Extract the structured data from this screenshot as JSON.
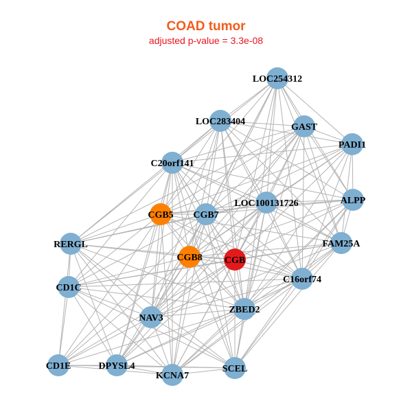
{
  "header": {
    "title": "COAD tumor",
    "subtitle": "adjusted p-value = 3.3e-08"
  },
  "colors": {
    "title": "#f25c1c",
    "subtitle": "#e8141c",
    "default_node": "#7fafd1",
    "seed_node": "#e31a1c",
    "highlight_node": "#ff7f00",
    "edge": "#b3b3b3"
  },
  "network": {
    "nodes": [
      {
        "id": "LOC254312",
        "type": "default"
      },
      {
        "id": "LOC283404",
        "type": "default"
      },
      {
        "id": "GAST",
        "type": "default"
      },
      {
        "id": "PADI1",
        "type": "default"
      },
      {
        "id": "C20orf141",
        "type": "default"
      },
      {
        "id": "ALPP",
        "type": "default"
      },
      {
        "id": "LOC100131726",
        "type": "default"
      },
      {
        "id": "CGB5",
        "type": "highlight"
      },
      {
        "id": "CGB7",
        "type": "default"
      },
      {
        "id": "RERGL",
        "type": "default"
      },
      {
        "id": "FAM25A",
        "type": "default"
      },
      {
        "id": "CGB8",
        "type": "highlight"
      },
      {
        "id": "CGB",
        "type": "seed"
      },
      {
        "id": "C16orf74",
        "type": "default"
      },
      {
        "id": "CD1C",
        "type": "default"
      },
      {
        "id": "NAV3",
        "type": "default"
      },
      {
        "id": "ZBED2",
        "type": "default"
      },
      {
        "id": "CD1E",
        "type": "default"
      },
      {
        "id": "DPYSL4",
        "type": "default"
      },
      {
        "id": "KCNA7",
        "type": "default"
      },
      {
        "id": "SCEL",
        "type": "default"
      }
    ],
    "edges": [
      [
        "LOC254312",
        "LOC283404"
      ],
      [
        "LOC254312",
        "GAST"
      ],
      [
        "LOC254312",
        "PADI1"
      ],
      [
        "LOC254312",
        "C20orf141"
      ],
      [
        "LOC254312",
        "LOC100131726"
      ],
      [
        "LOC254312",
        "CGB7"
      ],
      [
        "LOC254312",
        "CGB8"
      ],
      [
        "LOC254312",
        "CGB"
      ],
      [
        "LOC254312",
        "C16orf74"
      ],
      [
        "LOC254312",
        "ZBED2"
      ],
      [
        "LOC254312",
        "FAM25A"
      ],
      [
        "LOC254312",
        "ALPP"
      ],
      [
        "LOC254312",
        "CGB5"
      ],
      [
        "LOC254312",
        "NAV3"
      ],
      [
        "LOC283404",
        "GAST"
      ],
      [
        "LOC283404",
        "C20orf141"
      ],
      [
        "LOC283404",
        "CGB7"
      ],
      [
        "LOC283404",
        "CGB5"
      ],
      [
        "LOC283404",
        "CGB8"
      ],
      [
        "LOC283404",
        "CGB"
      ],
      [
        "LOC283404",
        "LOC100131726"
      ],
      [
        "LOC283404",
        "C16orf74"
      ],
      [
        "LOC283404",
        "ALPP"
      ],
      [
        "LOC283404",
        "ZBED2"
      ],
      [
        "LOC283404",
        "FAM25A"
      ],
      [
        "LOC283404",
        "RERGL"
      ],
      [
        "LOC283404",
        "PADI1"
      ],
      [
        "LOC283404",
        "NAV3"
      ],
      [
        "GAST",
        "C20orf141"
      ],
      [
        "GAST",
        "CGB5"
      ],
      [
        "GAST",
        "CGB7"
      ],
      [
        "GAST",
        "CGB8"
      ],
      [
        "GAST",
        "CGB"
      ],
      [
        "GAST",
        "ALPP"
      ],
      [
        "GAST",
        "FAM25A"
      ],
      [
        "GAST",
        "C16orf74"
      ],
      [
        "GAST",
        "LOC100131726"
      ],
      [
        "GAST",
        "PADI1"
      ],
      [
        "GAST",
        "ZBED2"
      ],
      [
        "GAST",
        "NAV3"
      ],
      [
        "GAST",
        "RERGL"
      ],
      [
        "PADI1",
        "C20orf141"
      ],
      [
        "PADI1",
        "ALPP"
      ],
      [
        "PADI1",
        "FAM25A"
      ],
      [
        "PADI1",
        "C16orf74"
      ],
      [
        "PADI1",
        "CGB"
      ],
      [
        "PADI1",
        "CGB7"
      ],
      [
        "PADI1",
        "CGB5"
      ],
      [
        "PADI1",
        "ZBED2"
      ],
      [
        "PADI1",
        "CGB8"
      ],
      [
        "PADI1",
        "LOC100131726"
      ],
      [
        "C20orf141",
        "CGB5"
      ],
      [
        "C20orf141",
        "CGB7"
      ],
      [
        "C20orf141",
        "CGB8"
      ],
      [
        "C20orf141",
        "CGB"
      ],
      [
        "C20orf141",
        "RERGL"
      ],
      [
        "C20orf141",
        "CD1C"
      ],
      [
        "C20orf141",
        "LOC100131726"
      ],
      [
        "C20orf141",
        "C16orf74"
      ],
      [
        "C20orf141",
        "ALPP"
      ],
      [
        "C20orf141",
        "NAV3"
      ],
      [
        "C20orf141",
        "ZBED2"
      ],
      [
        "C20orf141",
        "FAM25A"
      ],
      [
        "C20orf141",
        "DPYSL4"
      ],
      [
        "C20orf141",
        "KCNA7"
      ],
      [
        "C20orf141",
        "SCEL"
      ],
      [
        "ALPP",
        "LOC100131726"
      ],
      [
        "ALPP",
        "CGB7"
      ],
      [
        "ALPP",
        "CGB5"
      ],
      [
        "ALPP",
        "FAM25A"
      ],
      [
        "ALPP",
        "C16orf74"
      ],
      [
        "ALPP",
        "CGB"
      ],
      [
        "ALPP",
        "ZBED2"
      ],
      [
        "ALPP",
        "CGB8"
      ],
      [
        "ALPP",
        "SCEL"
      ],
      [
        "ALPP",
        "KCNA7"
      ],
      [
        "LOC100131726",
        "CGB7"
      ],
      [
        "LOC100131726",
        "CGB5"
      ],
      [
        "LOC100131726",
        "CGB8"
      ],
      [
        "LOC100131726",
        "CGB"
      ],
      [
        "LOC100131726",
        "C16orf74"
      ],
      [
        "LOC100131726",
        "ZBED2"
      ],
      [
        "LOC100131726",
        "FAM25A"
      ],
      [
        "LOC100131726",
        "NAV3"
      ],
      [
        "LOC100131726",
        "DPYSL4"
      ],
      [
        "LOC100131726",
        "KCNA7"
      ],
      [
        "LOC100131726",
        "SCEL"
      ],
      [
        "LOC100131726",
        "RERGL"
      ],
      [
        "CGB5",
        "CGB7"
      ],
      [
        "CGB5",
        "CGB8"
      ],
      [
        "CGB5",
        "CGB"
      ],
      [
        "CGB5",
        "RERGL"
      ],
      [
        "CGB5",
        "CD1C"
      ],
      [
        "CGB5",
        "NAV3"
      ],
      [
        "CGB5",
        "DPYSL4"
      ],
      [
        "CGB5",
        "CD1E"
      ],
      [
        "CGB5",
        "KCNA7"
      ],
      [
        "CGB5",
        "ZBED2"
      ],
      [
        "CGB5",
        "C16orf74"
      ],
      [
        "CGB5",
        "FAM25A"
      ],
      [
        "CGB7",
        "CGB8"
      ],
      [
        "CGB7",
        "CGB"
      ],
      [
        "CGB7",
        "NAV3"
      ],
      [
        "CGB7",
        "ZBED2"
      ],
      [
        "CGB7",
        "DPYSL4"
      ],
      [
        "CGB7",
        "KCNA7"
      ],
      [
        "CGB7",
        "SCEL"
      ],
      [
        "CGB7",
        "C16orf74"
      ],
      [
        "CGB7",
        "CD1C"
      ],
      [
        "CGB7",
        "CD1E"
      ],
      [
        "CGB7",
        "RERGL"
      ],
      [
        "RERGL",
        "CGB8"
      ],
      [
        "RERGL",
        "CD1C"
      ],
      [
        "RERGL",
        "NAV3"
      ],
      [
        "RERGL",
        "CD1E"
      ],
      [
        "RERGL",
        "DPYSL4"
      ],
      [
        "RERGL",
        "KCNA7"
      ],
      [
        "RERGL",
        "ZBED2"
      ],
      [
        "RERGL",
        "SCEL"
      ],
      [
        "RERGL",
        "CGB"
      ],
      [
        "FAM25A",
        "CGB"
      ],
      [
        "FAM25A",
        "CGB8"
      ],
      [
        "FAM25A",
        "C16orf74"
      ],
      [
        "FAM25A",
        "ZBED2"
      ],
      [
        "FAM25A",
        "CD1C"
      ],
      [
        "FAM25A",
        "NAV3"
      ],
      [
        "FAM25A",
        "SCEL"
      ],
      [
        "FAM25A",
        "KCNA7"
      ],
      [
        "CGB8",
        "CGB"
      ],
      [
        "CGB8",
        "NAV3"
      ],
      [
        "CGB8",
        "ZBED2"
      ],
      [
        "CGB8",
        "CD1C"
      ],
      [
        "CGB8",
        "DPYSL4"
      ],
      [
        "CGB8",
        "KCNA7"
      ],
      [
        "CGB8",
        "C16orf74"
      ],
      [
        "CGB8",
        "CD1E"
      ],
      [
        "CGB8",
        "SCEL"
      ],
      [
        "CGB",
        "ZBED2"
      ],
      [
        "CGB",
        "C16orf74"
      ],
      [
        "CGB",
        "NAV3"
      ],
      [
        "CGB",
        "KCNA7"
      ],
      [
        "CGB",
        "SCEL"
      ],
      [
        "CGB",
        "DPYSL4"
      ],
      [
        "CGB",
        "CD1C"
      ],
      [
        "CGB",
        "CD1E"
      ],
      [
        "C16orf74",
        "ZBED2"
      ],
      [
        "C16orf74",
        "CD1C"
      ],
      [
        "C16orf74",
        "NAV3"
      ],
      [
        "C16orf74",
        "SCEL"
      ],
      [
        "C16orf74",
        "KCNA7"
      ],
      [
        "C16orf74",
        "DPYSL4"
      ],
      [
        "CD1C",
        "NAV3"
      ],
      [
        "CD1C",
        "CD1E"
      ],
      [
        "CD1C",
        "DPYSL4"
      ],
      [
        "CD1C",
        "KCNA7"
      ],
      [
        "CD1C",
        "ZBED2"
      ],
      [
        "CD1C",
        "SCEL"
      ],
      [
        "NAV3",
        "ZBED2"
      ],
      [
        "NAV3",
        "DPYSL4"
      ],
      [
        "NAV3",
        "KCNA7"
      ],
      [
        "NAV3",
        "SCEL"
      ],
      [
        "NAV3",
        "CD1E"
      ],
      [
        "ZBED2",
        "SCEL"
      ],
      [
        "ZBED2",
        "KCNA7"
      ],
      [
        "ZBED2",
        "DPYSL4"
      ],
      [
        "ZBED2",
        "CD1E"
      ],
      [
        "CD1E",
        "DPYSL4"
      ],
      [
        "CD1E",
        "KCNA7"
      ],
      [
        "CD1E",
        "SCEL"
      ],
      [
        "DPYSL4",
        "KCNA7"
      ],
      [
        "DPYSL4",
        "SCEL"
      ],
      [
        "KCNA7",
        "SCEL"
      ]
    ]
  }
}
